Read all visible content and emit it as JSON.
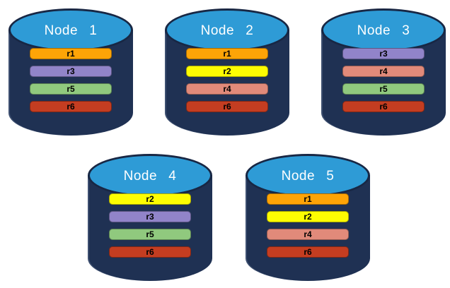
{
  "diagram": {
    "type": "database-replication-diagram",
    "colors": {
      "cylinder_body": "#1f3153",
      "cylinder_top": "#2e9bd6",
      "cylinder_outline": "#182744",
      "bar_text": "#000000",
      "title_text": "#ffffff"
    },
    "replica_palette": {
      "r1": "#fda407",
      "r2": "#fdfd02",
      "r3": "#9184c9",
      "r4": "#e18a7a",
      "r5": "#90c97e",
      "r6": "#c43d21"
    },
    "nodes": [
      {
        "title": "Node 1",
        "replicas": [
          {
            "label": "r1",
            "color": "#fda407"
          },
          {
            "label": "r3",
            "color": "#9184c9"
          },
          {
            "label": "r5",
            "color": "#90c97e"
          },
          {
            "label": "r6",
            "color": "#c43d21"
          }
        ]
      },
      {
        "title": "Node 2",
        "replicas": [
          {
            "label": "r1",
            "color": "#fda407"
          },
          {
            "label": "r2",
            "color": "#fdfd02"
          },
          {
            "label": "r4",
            "color": "#e18a7a"
          },
          {
            "label": "r6",
            "color": "#c43d21"
          }
        ]
      },
      {
        "title": "Node 3",
        "replicas": [
          {
            "label": "r3",
            "color": "#9184c9"
          },
          {
            "label": "r4",
            "color": "#e18a7a"
          },
          {
            "label": "r5",
            "color": "#90c97e"
          },
          {
            "label": "r6",
            "color": "#c43d21"
          }
        ]
      },
      {
        "title": "Node 4",
        "replicas": [
          {
            "label": "r2",
            "color": "#fdfd02"
          },
          {
            "label": "r3",
            "color": "#9184c9"
          },
          {
            "label": "r5",
            "color": "#90c97e"
          },
          {
            "label": "r6",
            "color": "#c43d21"
          }
        ]
      },
      {
        "title": "Node 5",
        "replicas": [
          {
            "label": "r1",
            "color": "#fda407"
          },
          {
            "label": "r2",
            "color": "#fdfd02"
          },
          {
            "label": "r4",
            "color": "#e18a7a"
          },
          {
            "label": "r6",
            "color": "#c43d21"
          }
        ]
      }
    ]
  }
}
